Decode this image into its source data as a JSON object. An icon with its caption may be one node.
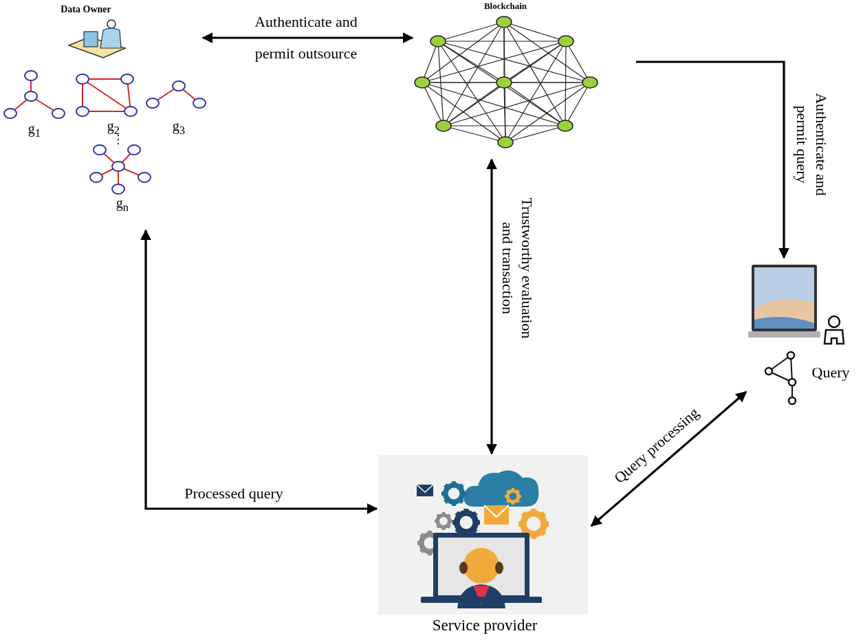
{
  "diagram": {
    "nodes": [
      {
        "text": [
          "Data Owner",
          "g$_{1}$",
          "g$_{2}$",
          "g$_{3}$",
          "g$_{n}$"
        ]
      },
      {
        "text": [
          "Blockchain"
        ]
      },
      {
        "text": [
          "Query"
        ]
      },
      {
        "text": [
          "Service provider"
        ]
      }
    ],
    "edges": [
      {
        "from": 0,
        "to": 1,
        "arrow": "both",
        "label": "Authenticate and permit outsource"
      },
      {
        "from": 1,
        "to": 2,
        "arrow": "to",
        "label": "Authenticate and permit query"
      },
      {
        "from": 1,
        "to": 3,
        "arrow": "both",
        "label": "Trustworthy evaluation and transaction"
      },
      {
        "from": 3,
        "to": 2,
        "arrow": "both",
        "label": "Query processing"
      },
      {
        "from": 3,
        "to": 0,
        "arrow": "both",
        "label": "Processed query"
      }
    ]
  }
}
